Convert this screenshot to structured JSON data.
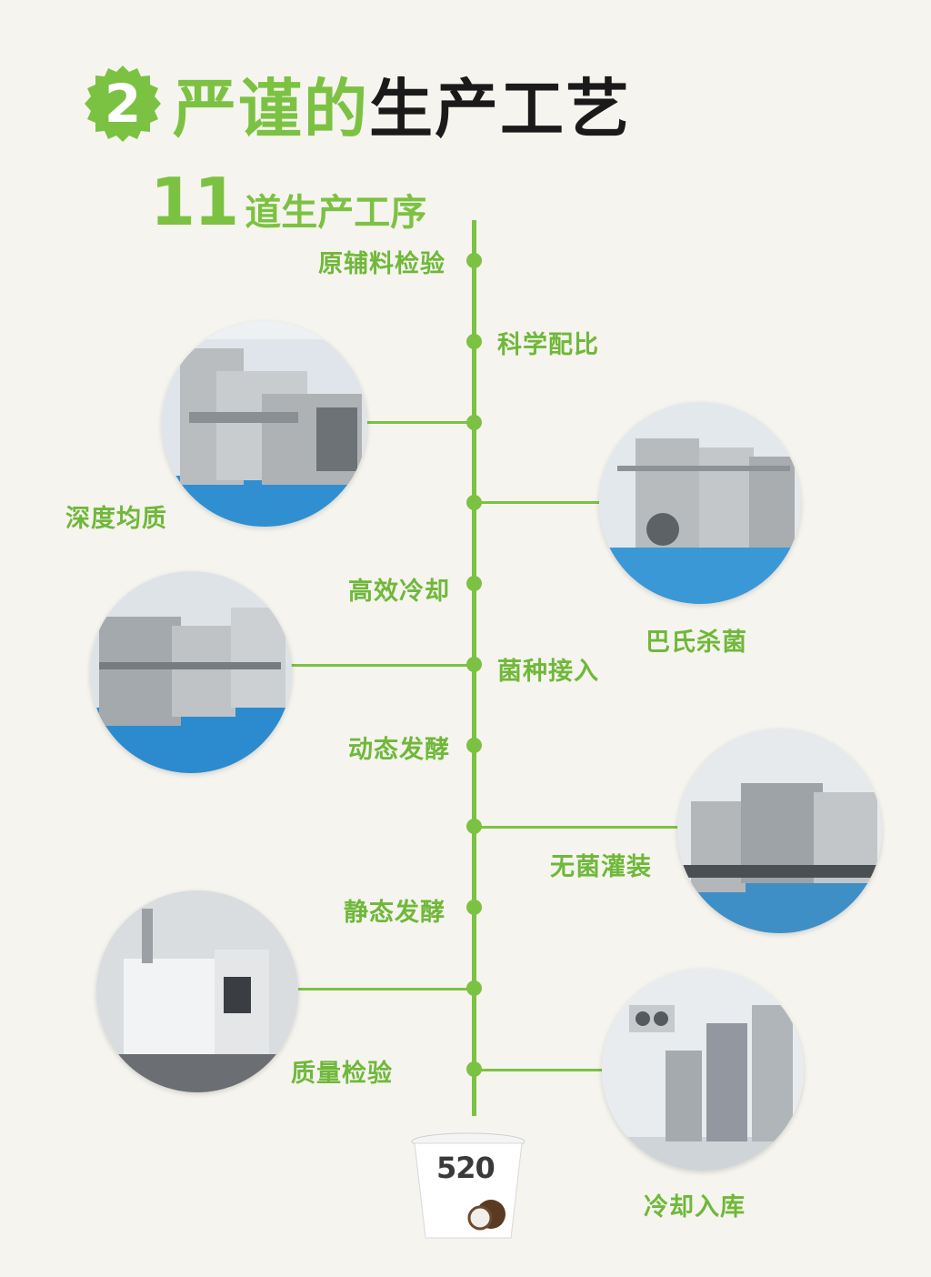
{
  "header": {
    "badge_number": "2",
    "title_green": "严谨的",
    "title_black": "生产工艺",
    "subtitle_number": "11",
    "subtitle_text": "道生产工序"
  },
  "steps": [
    {
      "label": "原辅料检验"
    },
    {
      "label": "科学配比"
    },
    {
      "label": "深度均质"
    },
    {
      "label": "巴氏杀菌"
    },
    {
      "label": "高效冷却"
    },
    {
      "label": "菌种接入"
    },
    {
      "label": "动态发酵"
    },
    {
      "label": "无菌灌装"
    },
    {
      "label": "静态发酵"
    },
    {
      "label": "质量检验"
    },
    {
      "label": "冷却入库"
    }
  ],
  "product": {
    "name": "520"
  },
  "colors": {
    "brand_green": "#7cc242",
    "background": "#f6f4ee",
    "title_black": "#1a1a1a"
  }
}
